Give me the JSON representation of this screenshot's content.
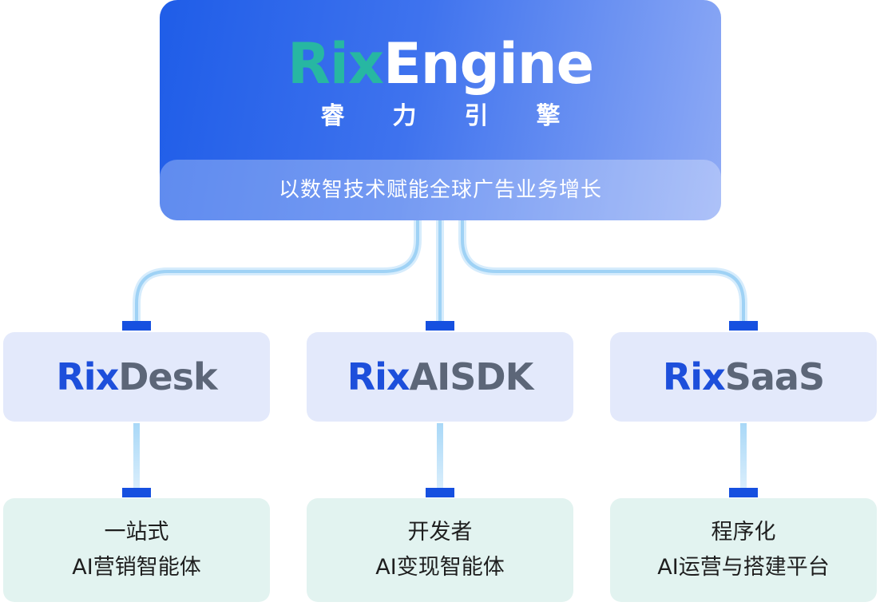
{
  "engine": {
    "logo_rix": "Rix",
    "logo_engine": "Engine",
    "cn_name": "睿力引擎",
    "slogan": "以数智技术赋能全球广告业务增长"
  },
  "products": [
    {
      "logo_rix": "Rix",
      "logo_name": "Desk",
      "desc_line1": "一站式",
      "desc_line2": "AI营销智能体"
    },
    {
      "logo_rix": "Rix",
      "logo_name": "AISDK",
      "desc_line1": "开发者",
      "desc_line2": "AI变现智能体"
    },
    {
      "logo_rix": "Rix",
      "logo_name": "SaaS",
      "desc_line1": "程序化",
      "desc_line2": "AI运营与搭建平台"
    }
  ],
  "colors": {
    "engine_gradient_start": "#1f5de8",
    "engine_gradient_end": "#8eaaf5",
    "rix_engine_teal": "#27b7a2",
    "product_blue": "#1d4fdb",
    "product_gray": "#5c6678",
    "product_card_bg": "#e3e9fb",
    "desc_card_bg": "#e2f3f0",
    "connector_line": "#a9d8f7",
    "connector_tab": "#1650e0"
  }
}
